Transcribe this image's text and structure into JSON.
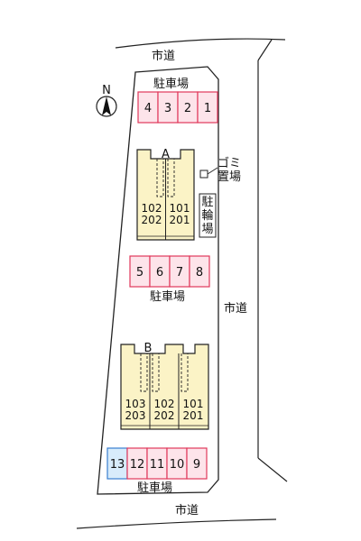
{
  "roads": {
    "top": "市道",
    "right": "市道",
    "bottom": "市道"
  },
  "compass": {
    "label": "N"
  },
  "parking_labels": {
    "top": "駐車場",
    "middle": "駐車場",
    "bottom": "駐車場"
  },
  "parking_top": [
    "4",
    "3",
    "2",
    "1"
  ],
  "parking_middle": [
    "5",
    "6",
    "7",
    "8"
  ],
  "parking_bottom": [
    "13",
    "12",
    "11",
    "10",
    "9"
  ],
  "garbage": {
    "line1": "ゴミ",
    "line2": "置場"
  },
  "bicycle": {
    "chars": [
      "駐",
      "輪",
      "場"
    ]
  },
  "building_a": {
    "label": "A",
    "units": [
      {
        "upper": "102",
        "lower": "202"
      },
      {
        "upper": "101",
        "lower": "201"
      }
    ]
  },
  "building_b": {
    "label": "B",
    "units": [
      {
        "upper": "103",
        "lower": "203"
      },
      {
        "upper": "102",
        "lower": "202"
      },
      {
        "upper": "101",
        "lower": "201"
      }
    ]
  },
  "colors": {
    "building_fill": "#fbf3c6",
    "parking_fill": "#fde4ea",
    "parking_stroke": "#e0385a",
    "parking_blue_fill": "#d8ecfb",
    "parking_blue_stroke": "#3a7fd0",
    "line": "#222222"
  }
}
